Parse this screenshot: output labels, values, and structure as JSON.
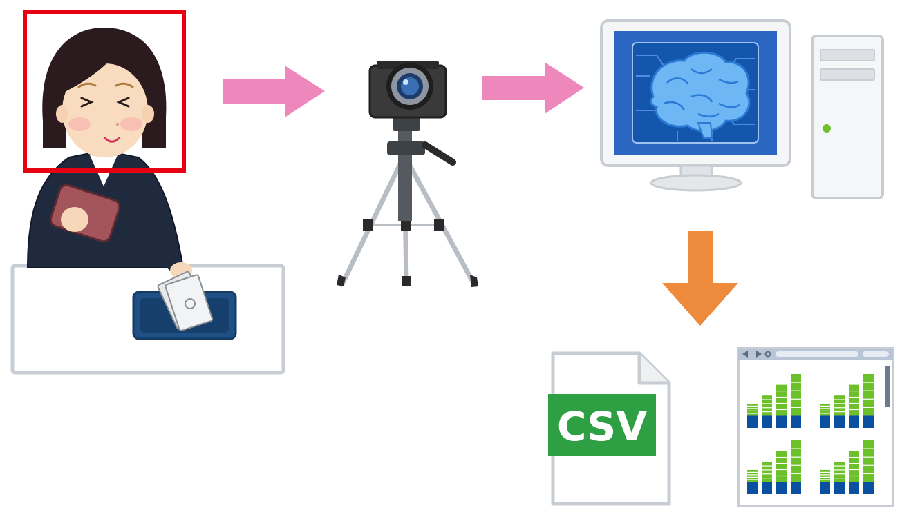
{
  "csv_label": "CSV",
  "colors": {
    "highlight_box": "#e60012",
    "pink_arrow": "#ee87bc",
    "orange_arrow": "#ee8a3c",
    "csv_green": "#2ea043",
    "bar_blue": "#0b4fa0",
    "bar_green": "#6cc02a",
    "screen_blue": "#2b67c2",
    "outline_gray": "#c7cdd3",
    "suit_navy": "#1f2a3f",
    "hair": "#2c1b1e",
    "wallet": "#a4555b",
    "tray": "#1e4f85"
  },
  "icons": [
    "cashier-woman-icon",
    "face-highlight-box",
    "camera-tripod-icon",
    "ai-monitor-icon",
    "pc-tower-icon",
    "csv-file-icon",
    "dashboard-window-icon"
  ],
  "dashboard": {
    "chart_groups": [
      {
        "blue": [
          0.5,
          0.5,
          0.5,
          0.5
        ],
        "total": [
          0.45,
          0.6,
          0.8,
          1.0
        ]
      },
      {
        "blue": [
          0.5,
          0.5,
          0.5,
          0.5
        ],
        "total": [
          0.45,
          0.6,
          0.8,
          1.0
        ]
      },
      {
        "blue": [
          0.5,
          0.5,
          0.5,
          0.5
        ],
        "total": [
          0.45,
          0.6,
          0.8,
          1.0
        ]
      },
      {
        "blue": [
          0.5,
          0.5,
          0.5,
          0.5
        ],
        "total": [
          0.45,
          0.6,
          0.8,
          1.0
        ]
      }
    ]
  }
}
